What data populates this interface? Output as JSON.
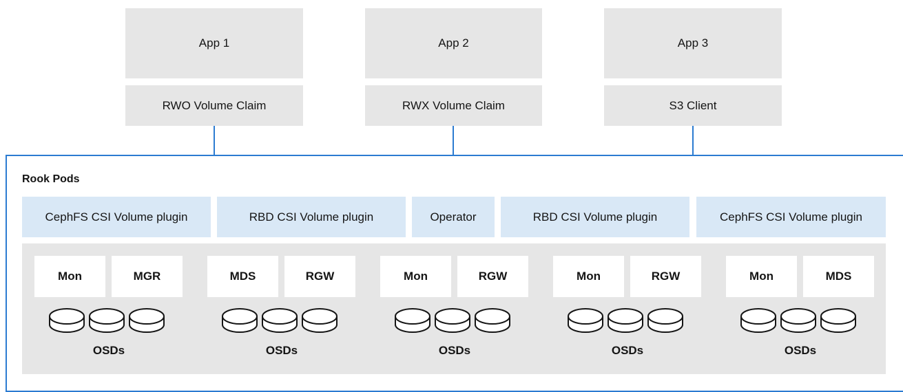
{
  "apps": [
    {
      "name": "App 1",
      "claim": "RWO Volume Claim"
    },
    {
      "name": "App 2",
      "claim": "RWX Volume Claim"
    },
    {
      "name": "App 3",
      "claim": "S3 Client"
    }
  ],
  "cluster": {
    "title": "Rook Pods",
    "plugins": [
      "CephFS CSI Volume plugin",
      "RBD CSI Volume plugin",
      "Operator",
      "RBD CSI Volume plugin",
      "CephFS CSI Volume plugin"
    ],
    "nodes": [
      {
        "daemons": [
          "Mon",
          "MGR"
        ],
        "osd_label": "OSDs"
      },
      {
        "daemons": [
          "MDS",
          "RGW"
        ],
        "osd_label": "OSDs"
      },
      {
        "daemons": [
          "Mon",
          "RGW"
        ],
        "osd_label": "OSDs"
      },
      {
        "daemons": [
          "Mon",
          "RGW"
        ],
        "osd_label": "OSDs"
      },
      {
        "daemons": [
          "Mon",
          "MDS"
        ],
        "osd_label": "OSDs"
      }
    ]
  },
  "colors": {
    "connector": "#2b7bd1",
    "app_box": "#e6e6e6",
    "plugin_box": "#d9e8f6",
    "node_area": "#e6e6e6",
    "daemon_box": "#ffffff"
  }
}
